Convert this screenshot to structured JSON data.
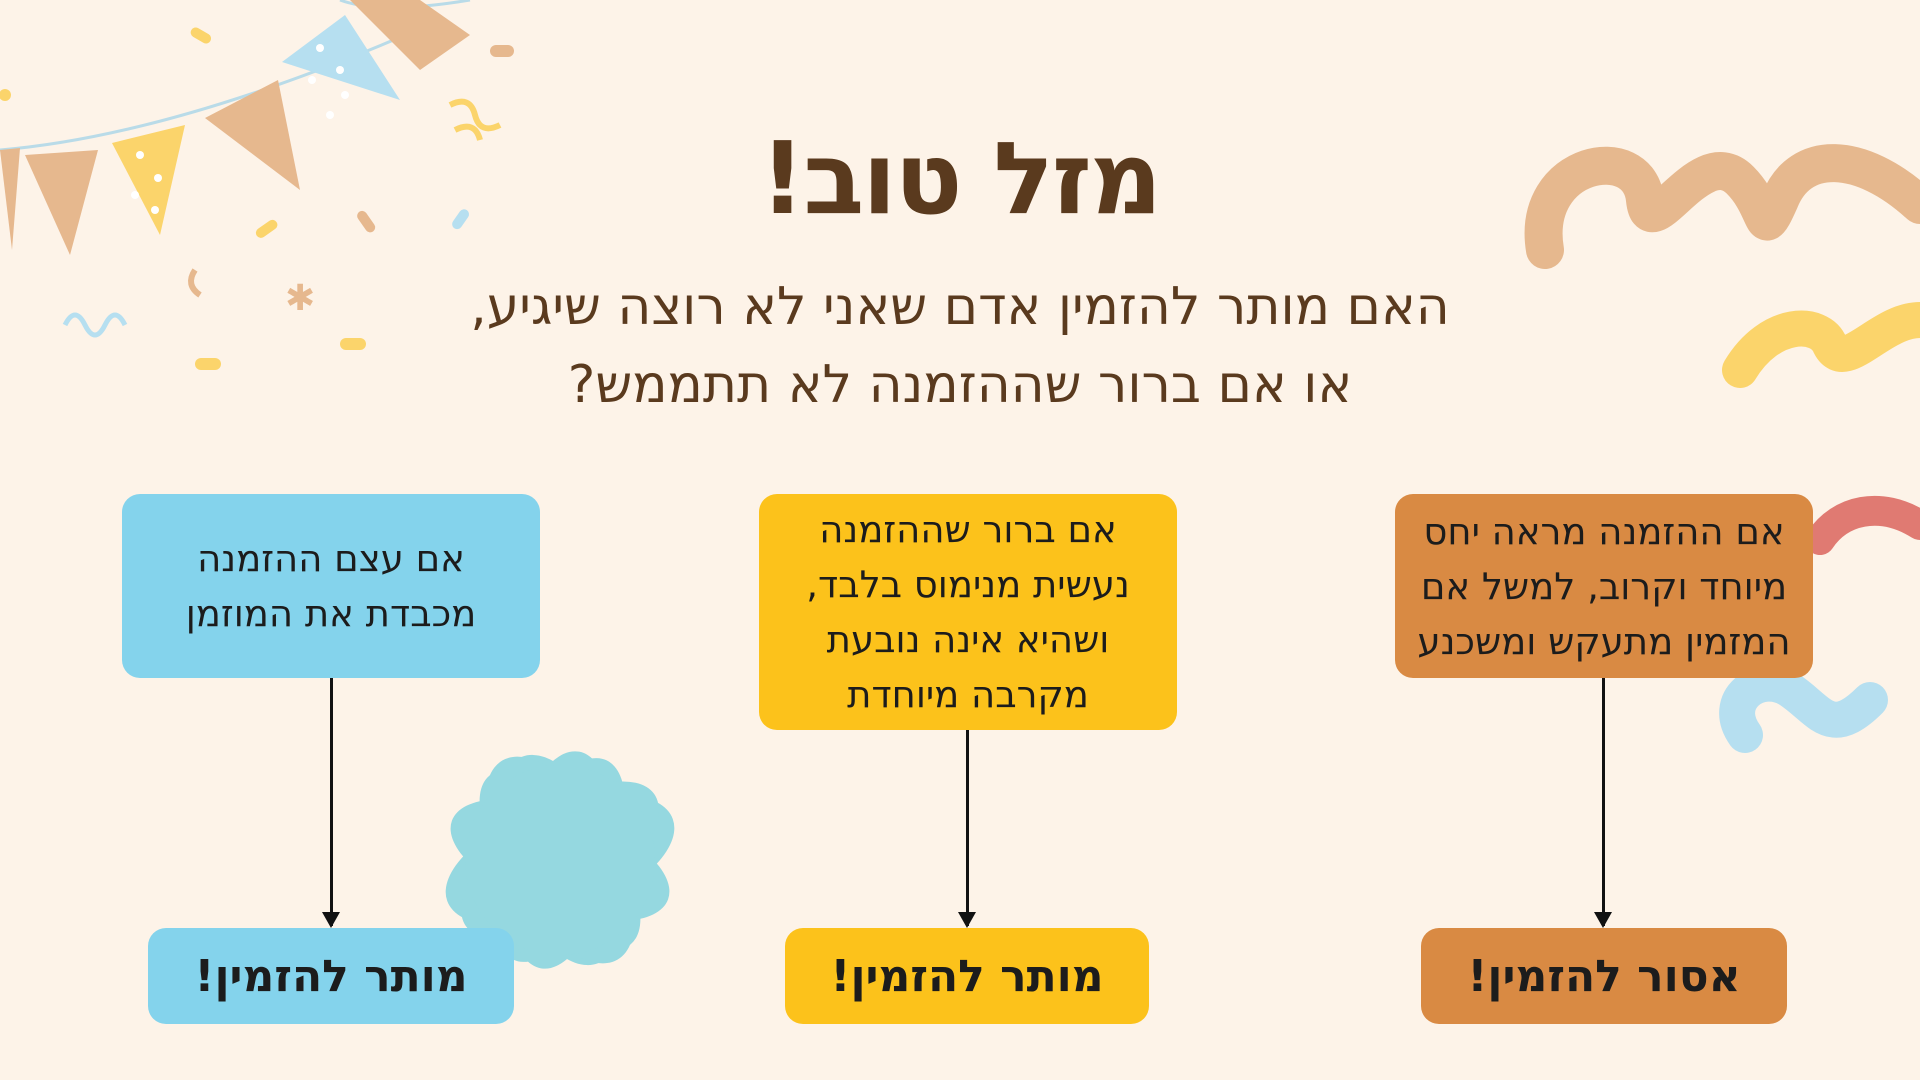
{
  "title": "מזל טוב!",
  "question": {
    "line1": "האם מותר להזמין אדם שאני לא רוצה שיגיע,",
    "line2": "או אם ברור שההזמנה לא תתממש?"
  },
  "branches": [
    {
      "condition_lines": [
        "אם ההזמנה מראה יחס",
        "מיוחד וקרוב, למשל אם",
        "המזמין מתעקש ומשכנע"
      ],
      "result": "אסור להזמין!",
      "color": "#d98a43"
    },
    {
      "condition_lines": [
        "אם ברור שההזמנה",
        "נעשית מנימוס בלבד,",
        "ושהיא אינה נובעת",
        "מקרבה מיוחדת"
      ],
      "result": "מותר להזמין!",
      "color": "#fcc21b"
    },
    {
      "condition_lines": [
        "אם עצם ההזמנה",
        "מכבדת את המוזמן"
      ],
      "result": "מותר להזמין!",
      "color": "#84d3ec"
    }
  ],
  "colors": {
    "background": "#fdf3e8",
    "text": "#5a3a1e",
    "flower": "#95d8e0"
  }
}
